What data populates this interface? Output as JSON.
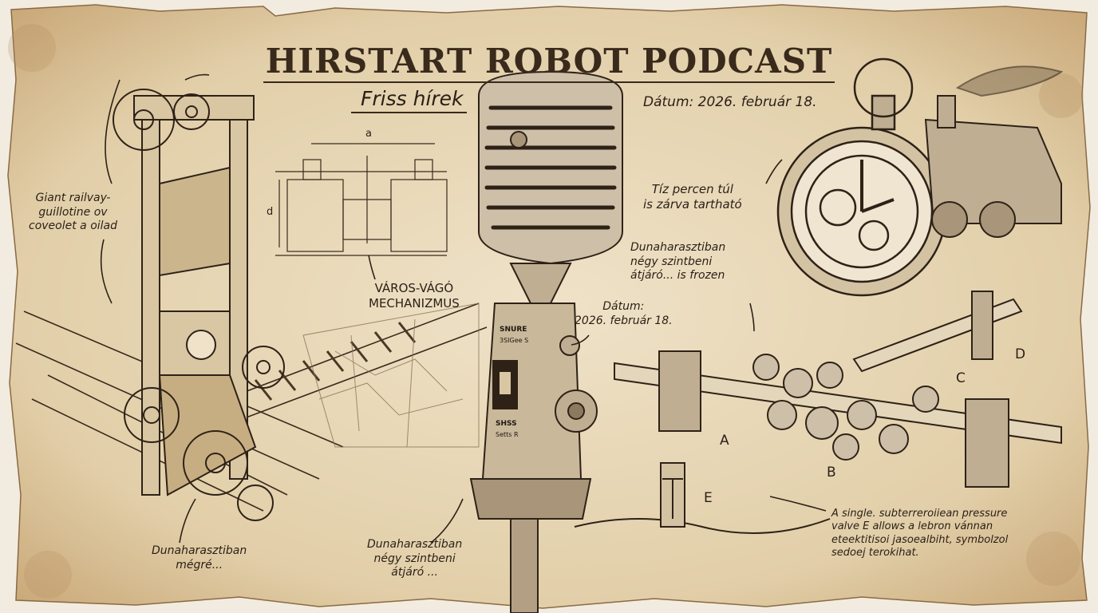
{
  "header": {
    "title": "HIRSTART ROBOT  PODCAST",
    "subtitle": "Friss hírek",
    "date": "Dátum: 2026. február 18."
  },
  "annotations": {
    "guillotine_note": "Giant railvay-\nguillotine ov\ncoveolet a oilad",
    "mechanism_caption": "VÁROS-VÁGÓ\nMECHANIZMUS",
    "bottom_left_note": "Dunaharasztiban\nmégré...",
    "bottom_center_note": "Dunaharasztiban\nnégy szintbeni\nátjáró ...",
    "mic_date": "Dátum:\n2026. február 18.",
    "clock_note": "Tíz percen túl\nis zárva tartható",
    "crossing_note": "Dunaharasztiban\nnégy szintbeni\nátjáró... is frozen",
    "valve_note": "A single.  subterreroiiean pressure\nvalve  E allows a lebron vánnan\neteektitisoi jasoealbiht, symbolzol\nsedoej terokihat."
  },
  "diagram": {
    "dimension_a": "a",
    "dimension_d": "d",
    "labels": [
      "A",
      "B",
      "C",
      "D",
      "E"
    ]
  },
  "microphone": {
    "brand": "SNURE",
    "model": "3SIGee S",
    "plate_1": "SHSS",
    "plate_2": "Setts R"
  }
}
